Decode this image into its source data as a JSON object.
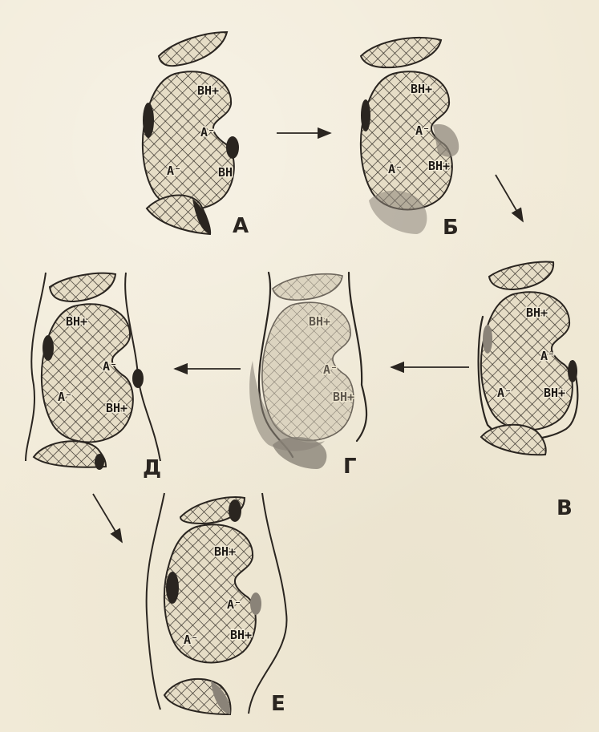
{
  "figure": {
    "panels": [
      {
        "letter": "А",
        "sites": {
          "bh_top": "BH+",
          "a_mid": "A⁻",
          "a_left": "A⁻",
          "bh_bottom": "BH"
        }
      },
      {
        "letter": "Б",
        "sites": {
          "bh_top": "BH+",
          "a_mid": "A⁻",
          "a_left": "A⁻",
          "bh_bottom": "BH+"
        }
      },
      {
        "letter": "В",
        "sites": {
          "bh_top": "BH+",
          "a_mid": "A⁻",
          "a_left": "A⁻",
          "bh_bottom": "BH+"
        }
      },
      {
        "letter": "Г",
        "sites": {
          "bh_top": "BH+",
          "a_mid": "A⁻",
          "bh_bottom": "BH+"
        }
      },
      {
        "letter": "Д",
        "sites": {
          "bh_top": "BH+",
          "a_mid": "A⁻",
          "a_left": "A⁻",
          "bh_bottom": "BH+"
        }
      },
      {
        "letter": "Е",
        "sites": {
          "bh_top": "BH+",
          "a_mid": "A⁻",
          "a_left": "A⁻",
          "bh_bottom": "BH+"
        }
      }
    ],
    "ink_color": "#2a2520",
    "paper_color": "#f1ead7"
  }
}
